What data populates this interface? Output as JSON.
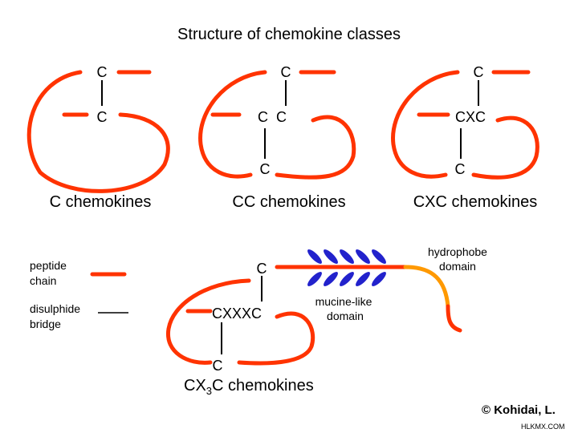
{
  "title": "Structure of chemokine classes",
  "colors": {
    "peptide_chain": "#ff3300",
    "hydrophobe_domain": "#ff9900",
    "mucine_domain": "#2222cc",
    "disulphide_bridge": "#000000"
  },
  "classes": [
    {
      "name": "C chemokines",
      "top_motif": "C",
      "mid_motif": "C"
    },
    {
      "name": "CC chemokines",
      "top_motif": "C",
      "mid_motif": "C  C",
      "bottom_motif": "C"
    },
    {
      "name": "CXC chemokines",
      "top_motif": "C",
      "mid_motif": "CXC",
      "bottom_motif": "C"
    }
  ],
  "cx3c": {
    "name_prefix": "CX",
    "name_sub": "3",
    "name_suffix": "C chemokines",
    "top_motif": "C",
    "mid_motif": "CXXXC",
    "bottom_motif": "C",
    "mucine_label_line1": "mucine-like",
    "mucine_label_line2": "domain",
    "hydrophobe_label_line1": "hydrophobe",
    "hydrophobe_label_line2": "domain"
  },
  "legend": {
    "peptide_line1": "peptide",
    "peptide_line2": "chain",
    "bridge_line1": "disulphide",
    "bridge_line2": "bridge"
  },
  "credit": "© Kohidai, L.",
  "watermark": "HLKMX.COM"
}
